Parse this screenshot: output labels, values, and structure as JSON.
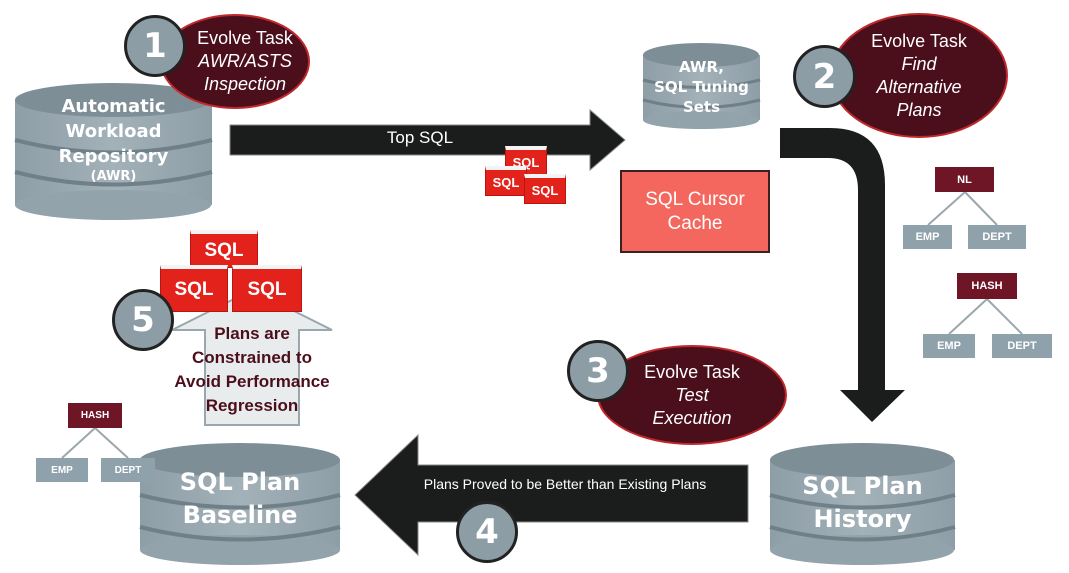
{
  "step1": {
    "number": "1",
    "title": "Evolve Task",
    "subtitle": "AWR/ASTS Inspection"
  },
  "step2": {
    "number": "2",
    "title": "Evolve Task",
    "subtitle_1": "Find",
    "subtitle_2": "Alternative",
    "subtitle_3": "Plans"
  },
  "step3": {
    "number": "3",
    "title": "Evolve Task",
    "subtitle_1": "Test",
    "subtitle_2": "Execution"
  },
  "step4": {
    "number": "4",
    "label": "Plans Proved to be Better than Existing Plans"
  },
  "step5": {
    "number": "5",
    "label": "Plans are Constrained to Avoid Performance Regression"
  },
  "awr": {
    "line1": "Automatic",
    "line2": "Workload",
    "line3": "Repository",
    "line4": "(AWR)"
  },
  "awr_sts": {
    "line1": "AWR,",
    "line2": "SQL Tuning",
    "line3": "Sets"
  },
  "top_sql_label": "Top SQL",
  "sql_icon_label": "SQL",
  "cursor_cache": {
    "line1": "SQL Cursor",
    "line2": "Cache"
  },
  "plan_history": {
    "line1": "SQL Plan",
    "line2": "History"
  },
  "plan_baseline": {
    "line1": "SQL Plan",
    "line2": "Baseline"
  },
  "trees": {
    "nl": {
      "root": "NL",
      "left": "EMP",
      "right": "DEPT"
    },
    "hash_right": {
      "root": "HASH",
      "left": "EMP",
      "right": "DEPT"
    },
    "hash_left": {
      "root": "HASH",
      "left": "EMP",
      "right": "DEPT"
    }
  },
  "colors": {
    "dark_red": "#4b0f1c",
    "sql_red": "#e3221b",
    "cache": "#f4675f",
    "gray": "#8c9da6",
    "arrow": "#1b1d1d"
  }
}
